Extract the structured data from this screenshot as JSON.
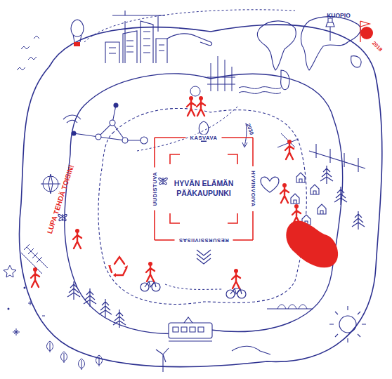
{
  "diagram": {
    "nodes": [
      {
        "text": [
          "KASVAVA",
          "HYVINVOIVA",
          "RESURSSIVIISAS",
          "UUDISTUVA"
        ]
      },
      {
        "text": [
          "HYVÄN ELÄMÄN PÄÄKAUPUNKI"
        ],
        "in": 0
      }
    ],
    "labels": [
      "KUOPIO",
      "2018",
      "2030",
      "LUPA TEHDÄ TOISIN!"
    ]
  }
}
